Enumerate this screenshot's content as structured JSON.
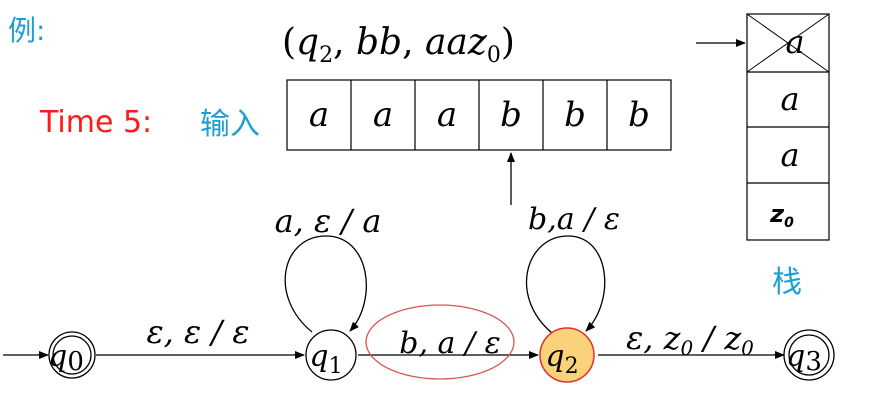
{
  "title_cn": "例:",
  "config": {
    "state_sub": "2",
    "input_rest": "bb",
    "stack_rest": "aaz",
    "stack_sub": "0"
  },
  "time_label": "Time 5:",
  "input_label": "输入",
  "input_tape": [
    "a",
    "a",
    "a",
    "b",
    "b",
    "b"
  ],
  "stack_label": "栈",
  "stack": [
    "a",
    "a",
    "a",
    "z"
  ],
  "stack_bottom_sub": "0",
  "states": [
    {
      "name": "q",
      "sub": "0"
    },
    {
      "name": "q",
      "sub": "1"
    },
    {
      "name": "q",
      "sub": "2"
    },
    {
      "name": "q",
      "sub": "3"
    }
  ],
  "transitions": {
    "q0_q1": "ε, ε / ε",
    "q1_loop": "a, ε / a",
    "q1_q2": "b, a / ε",
    "q2_loop": "b,a / ε",
    "q2_q3_prefix": "ε, z",
    "q2_q3_sub": "0",
    "q2_q3_mid": " / z",
    "q2_q3_sub2": "0"
  },
  "colors": {
    "cyan": "#1e9fd2",
    "red": "#ff1a1a",
    "highlight_fill": "#fad27a",
    "highlight_stroke": "#e03030",
    "ellipse": "#e05050"
  }
}
